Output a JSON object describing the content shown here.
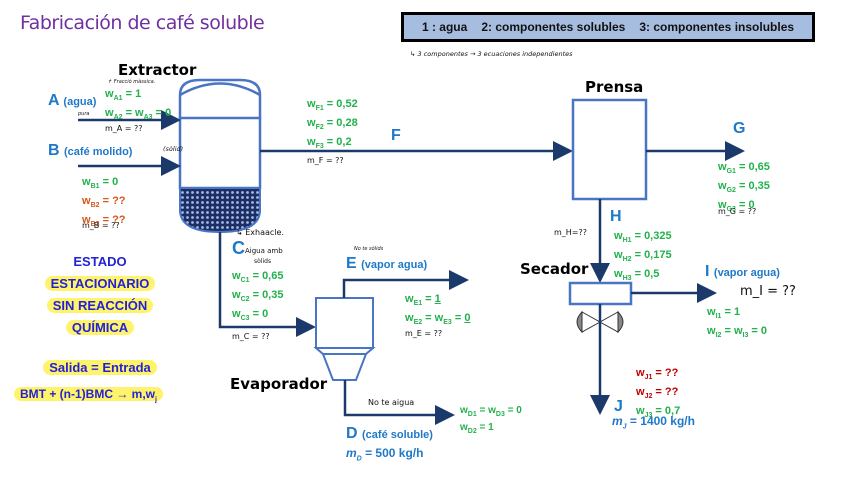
{
  "title": "Fabricación de café soluble",
  "legend": {
    "items": [
      "1 : agua",
      "2: componentes solubles",
      "3: componentes insolubles"
    ],
    "note": "↳ 3 componentes → 3 ecuaciones independientes"
  },
  "units": {
    "extractor": "Extractor",
    "prensa": "Prensa",
    "secador": "Secador",
    "evaporador": "Evaporador"
  },
  "streams": {
    "A": {
      "letter": "A",
      "desc": "(agua)",
      "note": "pura",
      "frac_note": "↱ Fracció màssica.",
      "w1": "1",
      "w23": "0",
      "m": "m_A = ??"
    },
    "B": {
      "letter": "B",
      "desc": "(café molido)",
      "note": "(sòlid)",
      "w1": "0",
      "w2": "??",
      "w3": "??",
      "m": "m_B = ??"
    },
    "F": {
      "letter": "F",
      "w1": "0,52",
      "w2": "0,28",
      "w3": "0,2",
      "m": "m_F = ??"
    },
    "G": {
      "letter": "G",
      "w1": "0,65",
      "w2": "0,35",
      "w3": "0",
      "m": "m_G = ??"
    },
    "H": {
      "letter": "H",
      "w1": "0,325",
      "w2": "0,175",
      "w3": "0,5",
      "m": "m_H=??"
    },
    "I": {
      "letter": "I",
      "desc": "(vapor agua)",
      "w1": "1",
      "w23": "0",
      "m": "m_I = ??"
    },
    "C": {
      "letter": "C",
      "note1": "↳ Exhaacle.",
      "note2": "Aigua amb",
      "note3": "sòlids",
      "w1": "0,65",
      "w2": "0,35",
      "w3": "0",
      "m": "m_C = ??"
    },
    "E": {
      "letter": "E",
      "desc": "(vapor agua)",
      "note": "No te sòlids",
      "w1": "1",
      "w23": "0",
      "m": "m_E = ??"
    },
    "D": {
      "letter": "D",
      "desc": "(café soluble)",
      "note": "No te aigua",
      "w13": "0",
      "w2": "1",
      "m_label": "m",
      "m_sub": "D",
      "m_value": "= 500 kg/h"
    },
    "J": {
      "letter": "J",
      "w1": "??",
      "w2": "??",
      "w3": "0,7",
      "m_label": "m",
      "m_sub": "J",
      "m_value": "= 1400 kg/h"
    }
  },
  "state": {
    "lines": [
      "ESTADO",
      "ESTACIONARIO",
      "SIN REACCIÓN",
      "QUÍMICA"
    ],
    "balance": "Salida = Entrada",
    "equation": "BMT + (n-1)BMC → m,w",
    "equation_sub": "j"
  },
  "colors": {
    "title": "#7030a0",
    "stream": "#1f78c8",
    "known": "#22b14c",
    "unknown_orange": "#d15a1a",
    "unknown_red": "#c00000",
    "pipe": "#1b3a6b",
    "vessel": "#4a74c4",
    "highlight": "#fff36b",
    "legend_bg": "#a7bde0"
  }
}
